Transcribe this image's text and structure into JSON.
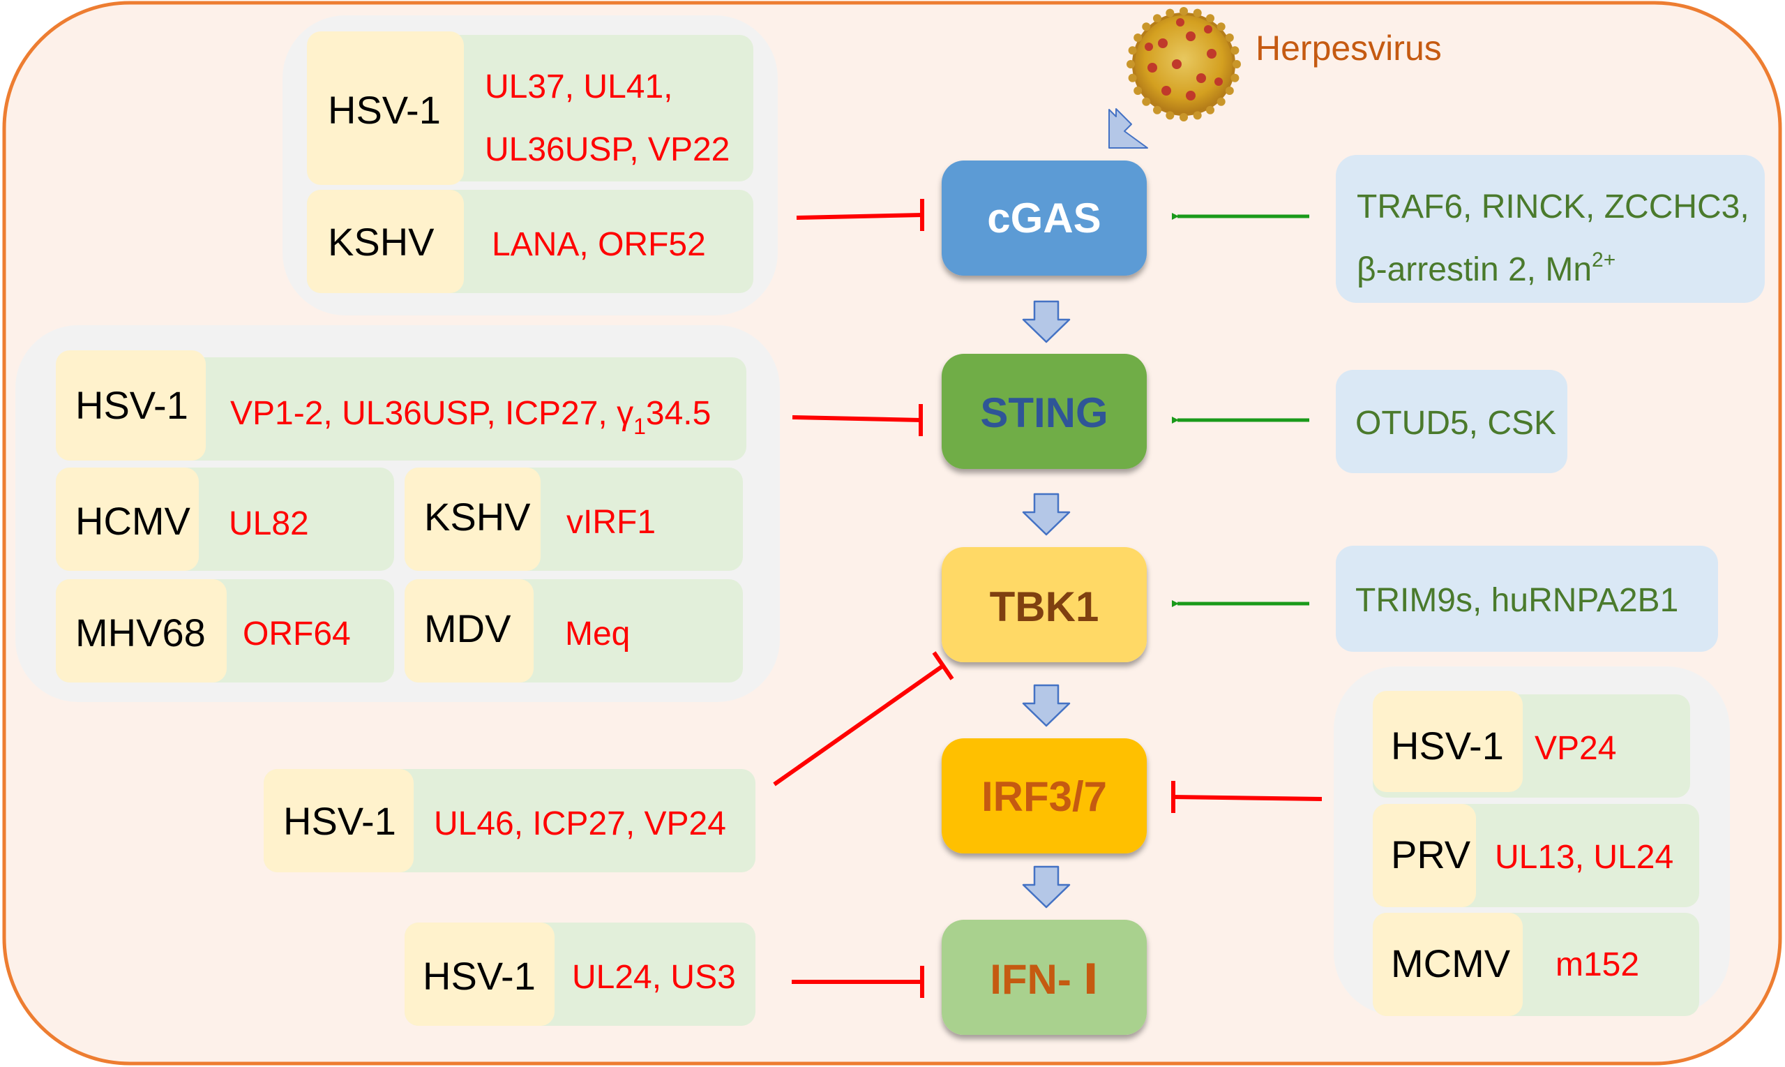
{
  "virus_label": "Herpesvirus",
  "pathway": [
    {
      "label": "cGAS",
      "fill": "#5b9bd5",
      "text_color": "#ffffff"
    },
    {
      "label": "STING",
      "fill": "#70ad47",
      "text_color": "#2f5597"
    },
    {
      "label": "TBK1",
      "fill": "#ffd966",
      "text_color": "#7f4010"
    },
    {
      "label": "IRF3/7",
      "fill": "#ffc000",
      "text_color": "#c55a11"
    },
    {
      "label": "IFN- Ⅰ",
      "fill": "#a9d18e",
      "text_color": "#c55a11"
    }
  ],
  "inhibitor_groups": {
    "cgas": [
      {
        "virus": "HSV-1",
        "proteins_line1": "UL37, UL41,",
        "proteins_line2": "UL36USP, VP22"
      },
      {
        "virus": "KSHV",
        "proteins": "LANA, ORF52"
      }
    ],
    "sting": [
      {
        "virus": "HSV-1",
        "proteins_pre": "VP1-2, UL36USP, ICP27, γ",
        "proteins_sub": "1",
        "proteins_post": "34.5"
      },
      {
        "virus": "HCMV",
        "proteins": "UL82"
      },
      {
        "virus": "KSHV",
        "proteins": "vIRF1"
      },
      {
        "virus": "MHV68",
        "proteins": "ORF64"
      },
      {
        "virus": "MDV",
        "proteins": "Meq"
      }
    ],
    "tbk1": [
      {
        "virus": "HSV-1",
        "proteins": "UL46, ICP27, VP24"
      }
    ],
    "irf": [
      {
        "virus": "HSV-1",
        "proteins": "VP24"
      },
      {
        "virus": "PRV",
        "proteins": "UL13, UL24"
      },
      {
        "virus": "MCMV",
        "proteins": "m152"
      }
    ],
    "ifn": [
      {
        "virus": "HSV-1",
        "proteins": "UL24, US3"
      }
    ]
  },
  "activators": {
    "cgas_line1": "TRAF6, RINCK, ZCCHC3,",
    "cgas_line2_pre": "β-arrestin 2, Mn",
    "cgas_line2_sup": "2+",
    "sting": "OTUD5, CSK",
    "tbk1": "TRIM9s, huRNPA2B1"
  },
  "colors": {
    "inhibition": "#ff0000",
    "activation": "#1a9a1a",
    "flow_arrow": "#b4c7e7",
    "virus_name_box": "#fff2cc",
    "protein_box": "#e2efda",
    "activator_box": "#dae8f5",
    "group_box": "#f2f2f2",
    "cell_border": "#ed7d31",
    "cell_fill": "#fdf1ea",
    "virus_label_color": "#c55a11"
  }
}
